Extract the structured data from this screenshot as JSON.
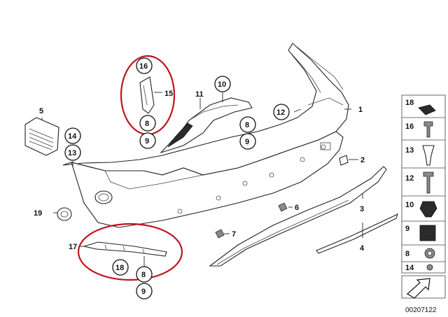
{
  "callouts": {
    "c1": "1",
    "c2": "2",
    "c3": "3",
    "c4": "4",
    "c5": "5",
    "c6": "6",
    "c7": "7",
    "c8_top": "8",
    "c9_top": "9",
    "c10": "10",
    "c11": "11",
    "c12": "12",
    "c13": "13",
    "c14": "14",
    "c15": "15",
    "c16": "16",
    "c8_mid": "8",
    "c9_mid": "9",
    "c17": "17",
    "c18": "18",
    "c19": "19",
    "c8_bottom": "8",
    "c9_bottom": "9"
  },
  "side_column": {
    "items": [
      "18",
      "16",
      "13",
      "12",
      "10",
      "9",
      "8",
      "14"
    ]
  },
  "diagram_number": "00207122",
  "highlight_color": "#c1121f"
}
